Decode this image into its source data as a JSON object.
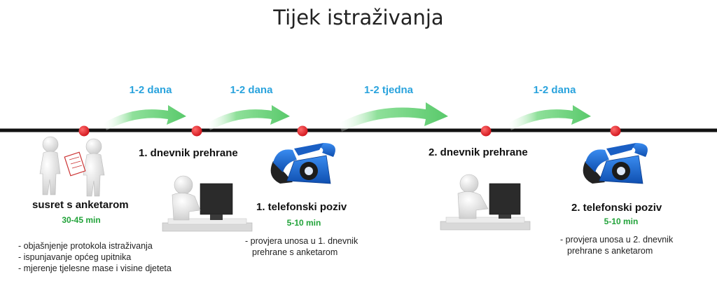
{
  "title": "Tijek istraživanja",
  "intervals": [
    {
      "label": "1-2 dana"
    },
    {
      "label": "1-2 dana"
    },
    {
      "label": "1-2 tjedna"
    },
    {
      "label": "1-2 dana"
    }
  ],
  "steps": [
    {
      "title": "susret s anketarom",
      "duration": "30-45 min",
      "notes": [
        "- objašnjenje protokola istraživanja",
        "- ispunjavanje općeg upitnika",
        "- mjerenje tjelesne mase i visine djeteta"
      ],
      "icon": "meeting-figures-icon"
    },
    {
      "title": "1. dnevnik prehrane",
      "icon": "computer-user-icon"
    },
    {
      "title": "1. telefonski poziv",
      "duration": "5-10 min",
      "notes": [
        "- provjera unosa u 1. dnevnik",
        "prehrane s anketarom"
      ],
      "icon": "telephone-icon"
    },
    {
      "title": "2. dnevnik prehrane",
      "icon": "computer-user-icon"
    },
    {
      "title": "2. telefonski poziv",
      "duration": "5-10 min",
      "notes": [
        "- provjera unosa u 2. dnevnik",
        "prehrane s anketarom"
      ],
      "icon": "telephone-icon"
    }
  ],
  "colors": {
    "timeline": "#111111",
    "milestone": "#e8212b",
    "arrow": "#7fdc8c",
    "interval_text": "#2aa3dd",
    "duration_text": "#22a33a",
    "phone": "#1f6fd6"
  }
}
